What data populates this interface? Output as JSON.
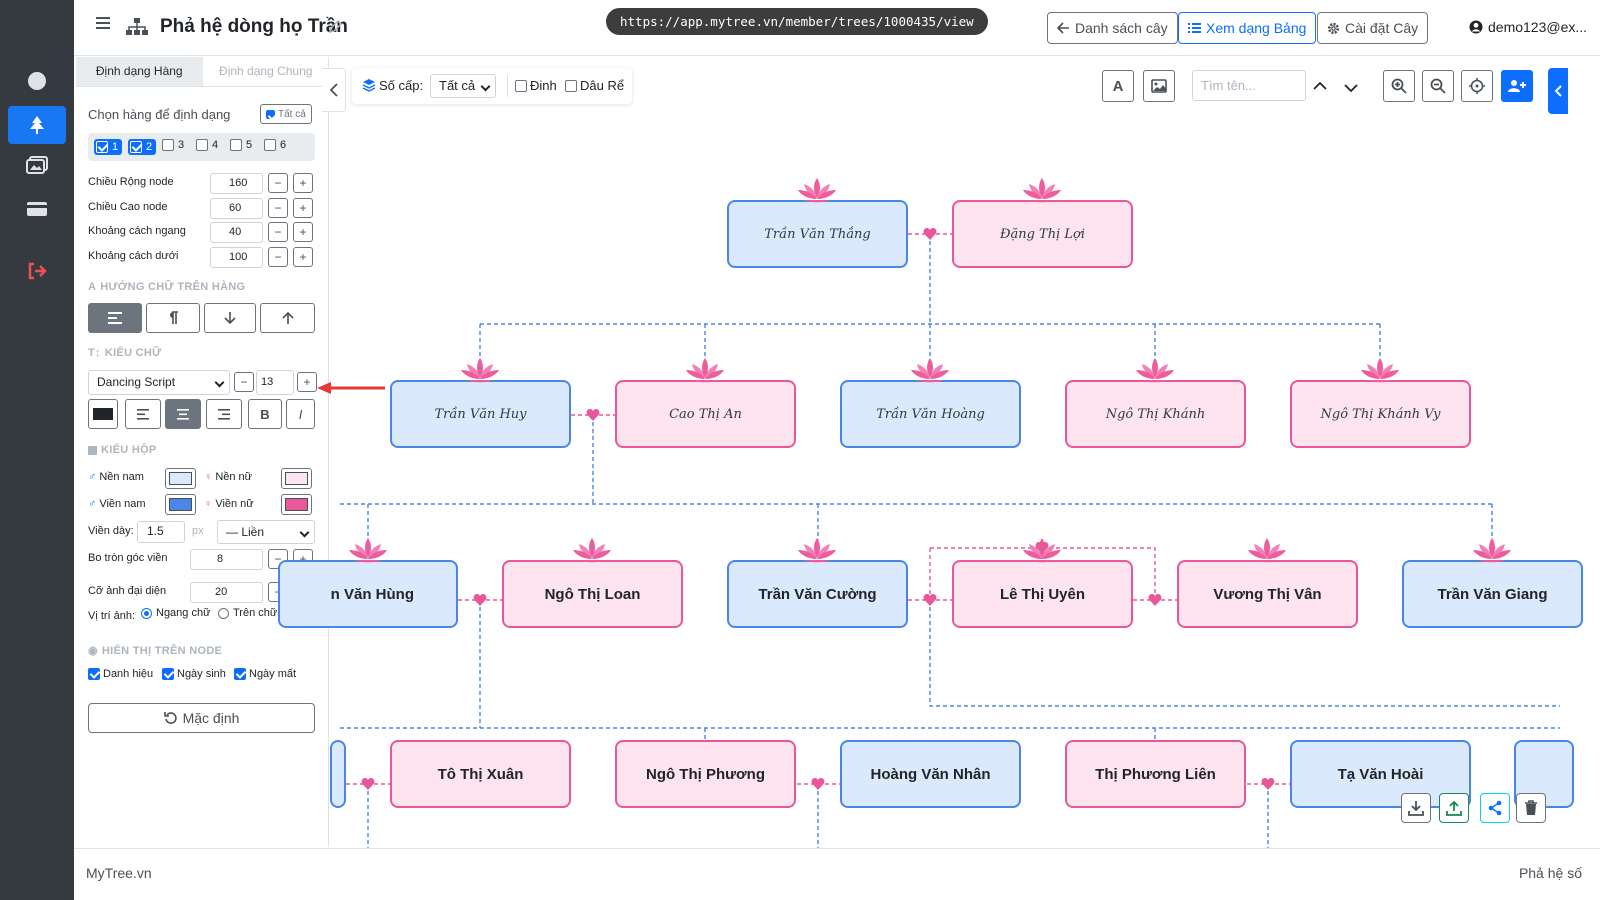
{
  "header": {
    "title": "Phả hệ dòng họ Trần",
    "url": "https://app.mytree.vn/member/trees/1000435/view",
    "btn_list": "Danh sách cây",
    "btn_table": "Xem dạng Bảng",
    "btn_settings": "Cài đặt Cây",
    "user": "demo123@ex..."
  },
  "rail": {
    "icons": [
      "circle-icon",
      "tree-icon",
      "gallery-icon",
      "card-icon",
      "logout-icon"
    ],
    "active": "tree-icon"
  },
  "panel": {
    "tab_row": "Định dạng Hàng",
    "tab_general": "Định dạng Chung",
    "select_rows": "Chọn hàng để định dạng",
    "all_btn": "Tất cả",
    "levels": [
      {
        "label": "1",
        "checked": true
      },
      {
        "label": "2",
        "checked": true
      },
      {
        "label": "3",
        "checked": false
      },
      {
        "label": "4",
        "checked": false
      },
      {
        "label": "5",
        "checked": false
      },
      {
        "label": "6",
        "checked": false
      }
    ],
    "node_width_label": "Chiều Rộng node",
    "node_width": "160",
    "node_height_label": "Chiều Cao node",
    "node_height": "60",
    "h_gap_label": "Khoảng cách ngang",
    "h_gap": "40",
    "v_gap_label": "Khoảng cách dưới",
    "v_gap": "100",
    "text_dir_title": "HƯỚNG CHỮ TRÊN HÀNG",
    "font_title": "KIỂU CHỮ",
    "font_family": "Dancing Script",
    "font_size": "13",
    "text_color": "#212529",
    "bold": "B",
    "italic": "I",
    "box_title": "KIỂU HỘP",
    "male_bg_label": "Nền nam",
    "female_bg_label": "Nền nữ",
    "male_border_label": "Viền nam",
    "female_border_label": "Viền nữ",
    "male_bg": "#dbe9fd",
    "female_bg": "#fde4ef",
    "male_border": "#4a86e8",
    "female_border": "#e8579a",
    "border_width_label": "Viền dày:",
    "border_width": "1.5",
    "border_unit": "px",
    "border_style": "— Liền",
    "radius_label": "Bo tròn góc viền",
    "radius": "8",
    "avatar_label": "Cỡ ảnh đại diện",
    "avatar": "20",
    "img_pos_label": "Vị trí ảnh:",
    "img_pos_a": "Ngang chữ",
    "img_pos_b": "Trên chữ",
    "display_title": "HIỂN THỊ TRÊN NODE",
    "show_title": "Danh hiệu",
    "show_birth": "Ngày sinh",
    "show_death": "Ngày mất",
    "reset": "Mặc định"
  },
  "canvas_toolbar": {
    "levels_label": "Số cấp:",
    "levels_value": "Tất cả",
    "pin_label": "Đinh",
    "inlaw_label": "Dâu Rể",
    "search_placeholder": "Tìm tên..."
  },
  "tree": {
    "gen1": [
      {
        "name": "Trần Văn Thắng",
        "gender": "m"
      },
      {
        "name": "Đặng Thị Lợi",
        "gender": "f"
      }
    ],
    "gen2": [
      {
        "name": "Trần Văn Huy",
        "gender": "m"
      },
      {
        "name": "Cao Thị An",
        "gender": "f"
      },
      {
        "name": "Trần Văn Hoàng",
        "gender": "m"
      },
      {
        "name": "Ngô Thị Khánh",
        "gender": "f"
      },
      {
        "name": "Ngô Thị Khánh Vy",
        "gender": "f"
      }
    ],
    "gen3": [
      {
        "name": "n Văn Hùng",
        "gender": "m"
      },
      {
        "name": "Ngô Thị Loan",
        "gender": "f"
      },
      {
        "name": "Trần Văn Cường",
        "gender": "m"
      },
      {
        "name": "Lê Thị Uyên",
        "gender": "f"
      },
      {
        "name": "Vương Thị Vân",
        "gender": "f"
      },
      {
        "name": "Trần Văn Giang",
        "gender": "m"
      }
    ],
    "gen4": [
      {
        "name": "Tô Thị Xuân",
        "gender": "f"
      },
      {
        "name": "Ngô Thị Phương",
        "gender": "f"
      },
      {
        "name": "Hoàng Văn Nhân",
        "gender": "m"
      },
      {
        "name": "Thị Phương Liên",
        "gender": "f"
      },
      {
        "name": "Tạ Văn Hoài",
        "gender": "m"
      }
    ]
  },
  "footer": {
    "left": "MyTree.vn",
    "right": "Phả hệ số"
  }
}
